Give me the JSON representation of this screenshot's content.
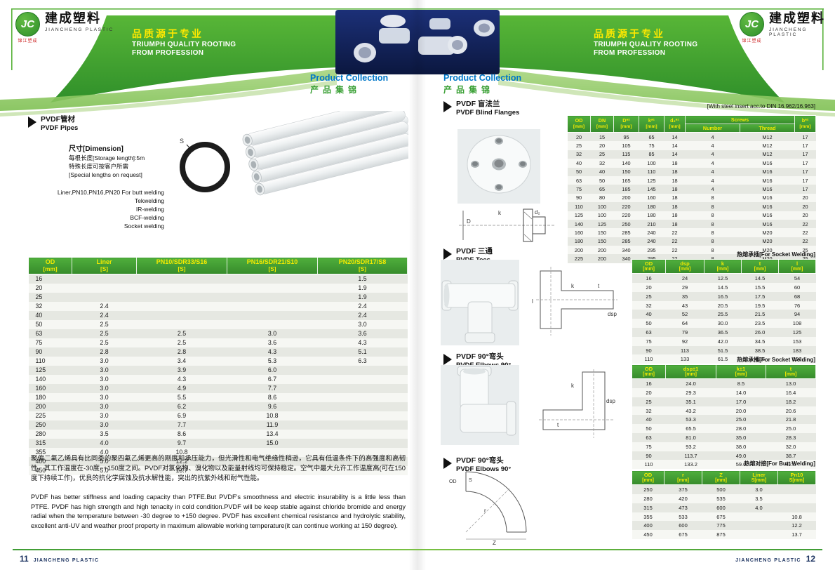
{
  "brand": {
    "logo": "JC",
    "name_cn": "建成塑料",
    "name_en": "JIANCHENG PLASTIC",
    "tagline": "锦江塑成"
  },
  "banner": {
    "slogan_cn": "品质源于专业",
    "slogan_en1": "TRIUMPH QUALITY ROOTING",
    "slogan_en2": "FROM PROFESSION"
  },
  "collection": {
    "en": "Product Collection",
    "cn": "产品集锦"
  },
  "left_page": {
    "pipes": {
      "title_cn": "PVDF管材",
      "title_en": "PVDF Pipes",
      "dimension_heading": "尺寸[Dimension]",
      "notes": [
        "每根长度[Storage length]:5m",
        "特殊长度可按客户所需",
        "[Special lengths on request]"
      ],
      "welding_lines": [
        "Liner,PN10,PN16,PN20 For butt welding",
        "Tekwelding",
        "IR-welding",
        "BCF-welding",
        "Socket welding"
      ],
      "diagram": {
        "s_label": "S"
      },
      "table": {
        "headers": [
          {
            "t": "OD",
            "u": "[mm]"
          },
          {
            "t": "Liner",
            "u": "[S]"
          },
          {
            "t": "PN10/SDR33/S16",
            "u": "[S]"
          },
          {
            "t": "PN16/SDR21/S10",
            "u": "[S]"
          },
          {
            "t": "PN20/SDR17/S8",
            "u": "[S]"
          }
        ],
        "rows": [
          [
            "16",
            "",
            "",
            "",
            "1.5"
          ],
          [
            "20",
            "",
            "",
            "",
            "1.9"
          ],
          [
            "25",
            "",
            "",
            "",
            "1.9"
          ],
          [
            "32",
            "2.4",
            "",
            "",
            "2.4"
          ],
          [
            "40",
            "2.4",
            "",
            "",
            "2.4"
          ],
          [
            "50",
            "2.5",
            "",
            "",
            "3.0"
          ],
          [
            "63",
            "2.5",
            "2.5",
            "3.0",
            "3.6"
          ],
          [
            "75",
            "2.5",
            "2.5",
            "3.6",
            "4.3"
          ],
          [
            "90",
            "2.8",
            "2.8",
            "4.3",
            "5.1"
          ],
          [
            "110",
            "3.0",
            "3.4",
            "5.3",
            "6.3"
          ],
          [
            "125",
            "3.0",
            "3.9",
            "6.0",
            ""
          ],
          [
            "140",
            "3.0",
            "4.3",
            "6.7",
            ""
          ],
          [
            "160",
            "3.0",
            "4.9",
            "7.7",
            ""
          ],
          [
            "180",
            "3.0",
            "5.5",
            "8.6",
            ""
          ],
          [
            "200",
            "3.0",
            "6.2",
            "9.6",
            ""
          ],
          [
            "225",
            "3.0",
            "6.9",
            "10.8",
            ""
          ],
          [
            "250",
            "3.0",
            "7.7",
            "11.9",
            ""
          ],
          [
            "280",
            "3.5",
            "8.6",
            "13.4",
            ""
          ],
          [
            "315",
            "4.0",
            "9.7",
            "15.0",
            ""
          ],
          [
            "355",
            "4.0",
            "10.8",
            "",
            ""
          ],
          [
            "400",
            "5.0",
            "12.2",
            "",
            ""
          ],
          [
            "450",
            "5.0",
            "13.7",
            "",
            ""
          ]
        ]
      },
      "paragraph_cn": "聚偏二氟乙烯具有比同类的聚四氟乙烯更高的刚度和承压能力，但光滑性和电气绝缘性稍逊，它具有低温条件下的高强度和高韧性。其工作温度在-30度~+150度之间。PVDF对氯化物、溴化物以及能量射线均可保持稳定。空气中最大允许工作温度高(可在150度下持续工作)，优良的抗化学腐蚀及抗水解性能，突出的抗紫外线和耐气性能。",
      "paragraph_en": "PVDF has better stiffness and loading capacity than PTFE.But PVDF's smoothness and electric insurability is a little less than PTFE. PVDF has high strength and high tenacity in cold condition.PVDF will be keep stable against chloride bromide and energy radial when the temperature between -30 degree to +150 degree. PVDF has excellent chemical resistance and hydrolytic stability, excellent anti-UV and weather proof property in maximum allowable working temperature(it can continue working at 150 degree)."
    }
  },
  "right_page": {
    "flanges": {
      "title_cn": "PVDF 盲法兰",
      "title_en": "PVDF Blind Flanges",
      "note": "[With steel insert acc.to DIN 16.962/16.963]",
      "screws_label": "Screws",
      "number_label": "Number",
      "thread_label": "Thread",
      "headers": [
        {
          "t": "OD",
          "u": "[mm]"
        },
        {
          "t": "DN",
          "u": "[mm]"
        },
        {
          "t": "D*²",
          "u": "[mm]"
        },
        {
          "t": "k*¹",
          "u": "[mm]"
        },
        {
          "t": "d₂*¹",
          "u": "[mm]"
        }
      ],
      "header_b": {
        "t": "b*²",
        "u": "[mm]"
      },
      "rows": [
        [
          "20",
          "15",
          "95",
          "65",
          "14",
          "4",
          "M12",
          "17"
        ],
        [
          "25",
          "20",
          "105",
          "75",
          "14",
          "4",
          "M12",
          "17"
        ],
        [
          "32",
          "25",
          "115",
          "85",
          "14",
          "4",
          "M12",
          "17"
        ],
        [
          "40",
          "32",
          "140",
          "100",
          "18",
          "4",
          "M16",
          "17"
        ],
        [
          "50",
          "40",
          "150",
          "110",
          "18",
          "4",
          "M16",
          "17"
        ],
        [
          "63",
          "50",
          "165",
          "125",
          "18",
          "4",
          "M16",
          "17"
        ],
        [
          "75",
          "65",
          "185",
          "145",
          "18",
          "4",
          "M16",
          "17"
        ],
        [
          "90",
          "80",
          "200",
          "160",
          "18",
          "8",
          "M16",
          "20"
        ],
        [
          "110",
          "100",
          "220",
          "180",
          "18",
          "8",
          "M16",
          "20"
        ],
        [
          "125",
          "100",
          "220",
          "180",
          "18",
          "8",
          "M16",
          "20"
        ],
        [
          "140",
          "125",
          "250",
          "210",
          "18",
          "8",
          "M16",
          "22"
        ],
        [
          "160",
          "150",
          "285",
          "240",
          "22",
          "8",
          "M20",
          "22"
        ],
        [
          "180",
          "150",
          "285",
          "240",
          "22",
          "8",
          "M20",
          "22"
        ],
        [
          "200",
          "200",
          "340",
          "295",
          "22",
          "8",
          "M20",
          "25"
        ],
        [
          "225",
          "200",
          "340",
          "295",
          "22",
          "8",
          "M20",
          "25"
        ]
      ],
      "diagram": {
        "d2": "d₂",
        "k": "k",
        "d_label": "D"
      }
    },
    "tees": {
      "title_cn": "PVDF 三通",
      "title_en": "PVDF Tees",
      "note": "热熔承插[For Socket Welding]",
      "table": {
        "headers": [
          {
            "t": "OD",
            "u": "[mm]"
          },
          {
            "t": "dsp",
            "u": "[mm]"
          },
          {
            "t": "k",
            "u": "[mm]"
          },
          {
            "t": "t",
            "u": "[mm]"
          },
          {
            "t": "l",
            "u": "[mm]"
          }
        ],
        "rows": [
          [
            "16",
            "24",
            "12.5",
            "14.5",
            "54"
          ],
          [
            "20",
            "29",
            "14.5",
            "15.5",
            "60"
          ],
          [
            "25",
            "35",
            "16.5",
            "17.5",
            "68"
          ],
          [
            "32",
            "43",
            "20.5",
            "19.5",
            "76"
          ],
          [
            "40",
            "52",
            "25.5",
            "21.5",
            "94"
          ],
          [
            "50",
            "64",
            "30.0",
            "23.5",
            "108"
          ],
          [
            "63",
            "79",
            "36.5",
            "26.0",
            "125"
          ],
          [
            "75",
            "92",
            "42.0",
            "34.5",
            "153"
          ],
          [
            "90",
            "113",
            "51.5",
            "38.5",
            "183"
          ],
          [
            "110",
            "133",
            "61.5",
            "42.5",
            "208"
          ]
        ]
      },
      "diagram": {
        "l": "l",
        "k": "k",
        "t": "t",
        "dsp": "dsp"
      }
    },
    "elbows_socket": {
      "title_cn": "PVDF 90°弯头",
      "title_en": "PVDF Elbows 90°",
      "note": "热熔承插[For Socket Welding]",
      "table": {
        "headers": [
          {
            "t": "OD",
            "u": "[mm]"
          },
          {
            "t": "dsp±1",
            "u": "[mm]"
          },
          {
            "t": "k±1",
            "u": "[mm]"
          },
          {
            "t": "t",
            "u": "[mm]"
          }
        ],
        "rows": [
          [
            "16",
            "24.0",
            "8.5",
            "13.0"
          ],
          [
            "20",
            "29.3",
            "14.0",
            "16.4"
          ],
          [
            "25",
            "35.1",
            "17.0",
            "18.2"
          ],
          [
            "32",
            "43.2",
            "20.0",
            "20.6"
          ],
          [
            "40",
            "53.3",
            "25.0",
            "21.8"
          ],
          [
            "50",
            "65.5",
            "28.0",
            "25.0"
          ],
          [
            "63",
            "81.0",
            "35.0",
            "28.3"
          ],
          [
            "75",
            "93.2",
            "38.0",
            "32.0"
          ],
          [
            "90",
            "113.7",
            "49.0",
            "38.7"
          ],
          [
            "110",
            "133.2",
            "59.0",
            "42.5"
          ]
        ]
      },
      "diagram": {
        "k": "k",
        "t": "t",
        "dsp": "dsp"
      }
    },
    "elbows_butt": {
      "title_cn": "PVDF 90°弯头",
      "title_en": "PVDF Elbows 90°",
      "note": "热熔对接[For Butt Welding]",
      "table": {
        "headers": [
          {
            "t": "OD",
            "u": "[mm]"
          },
          {
            "t": "r",
            "u": "[mm]"
          },
          {
            "t": "Z",
            "u": "[mm]"
          },
          {
            "t": "Liner",
            "u": "S[mm]"
          },
          {
            "t": "Pn10",
            "u": "S[mm]"
          }
        ],
        "rows": [
          [
            "250",
            "375",
            "500",
            "3.0",
            ""
          ],
          [
            "280",
            "420",
            "535",
            "3.5",
            ""
          ],
          [
            "315",
            "473",
            "600",
            "4.0",
            ""
          ],
          [
            "355",
            "533",
            "675",
            "",
            "10.8"
          ],
          [
            "400",
            "600",
            "775",
            "",
            "12.2"
          ],
          [
            "450",
            "675",
            "875",
            "",
            "13.7"
          ]
        ]
      },
      "diagram": {
        "r": "r",
        "z": "Z",
        "od": "OD",
        "s": "S"
      }
    }
  },
  "footer": {
    "left_num": "11",
    "left_text": "JIANCHENG PLASTIC",
    "right_text": "JIANCHENG PLASTIC",
    "right_num": "12"
  }
}
